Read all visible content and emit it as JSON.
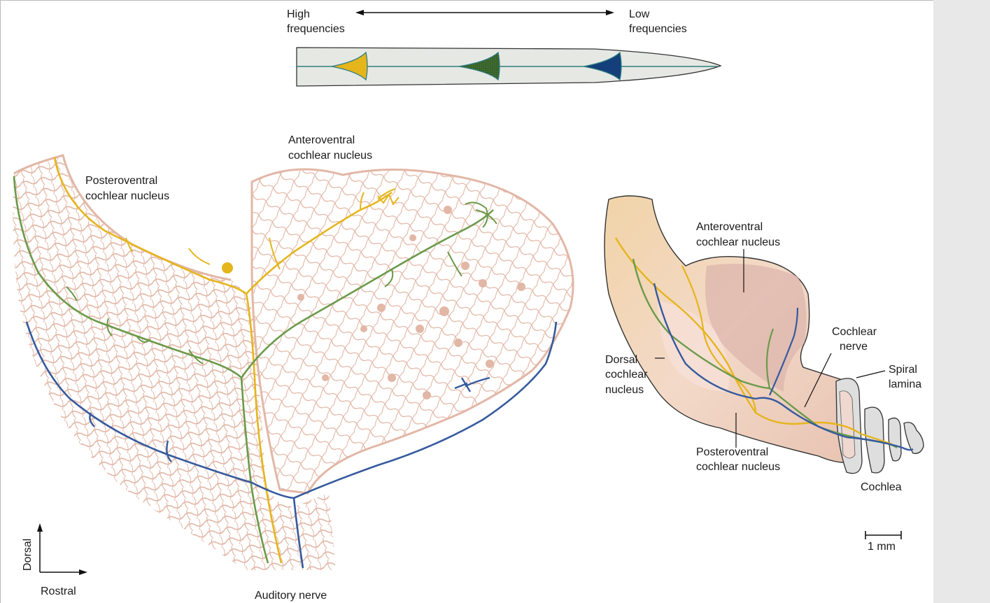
{
  "figure": {
    "axis": {
      "high": [
        "High",
        "frequencies"
      ],
      "low": [
        "Low",
        "frequencies"
      ]
    },
    "left_diagram": {
      "pvcn": [
        "Posteroventral",
        "cochlear nucleus"
      ],
      "avcn": [
        "Anteroventral",
        "cochlear nucleus"
      ],
      "nerve": "Auditory nerve",
      "dorsal": "Dorsal",
      "rostral": "Rostral"
    },
    "right_diagram": {
      "avcn": [
        "Anteroventral",
        "cochlear nucleus"
      ],
      "cochlear_nerve": [
        "Cochlear",
        "nerve"
      ],
      "spiral_lamina": [
        "Spiral",
        "lamina"
      ],
      "dcn": [
        "Dorsal",
        "cochlear",
        "nucleus"
      ],
      "pvcn": [
        "Posteroventral",
        "cochlear nucleus"
      ],
      "cochlea": "Cochlea",
      "scale": "1 mm"
    }
  },
  "colors": {
    "yellow": "#e5b51c",
    "green": "#6b9a4a",
    "blue": "#355a9e",
    "tissue": "#e2b7a6",
    "teal": "#2f7f82"
  }
}
